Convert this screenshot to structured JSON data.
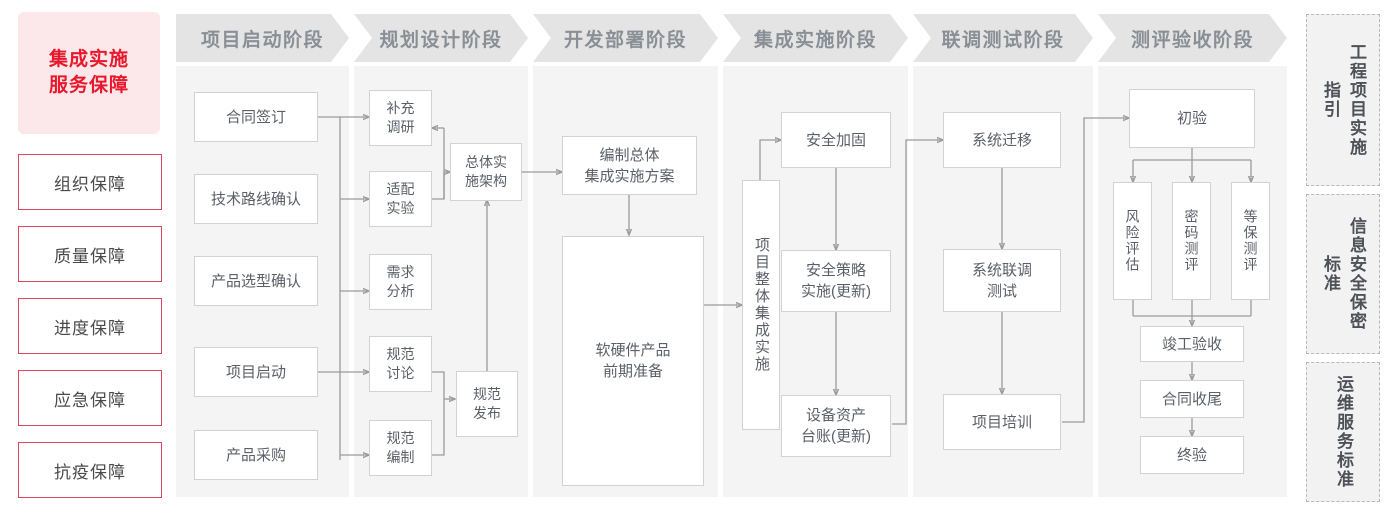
{
  "left_sidebar": {
    "title": "集成实施\n服务保障",
    "title_line1": "集成实施",
    "title_line2": "服务保障",
    "accent_color": "#e8192c",
    "items": [
      {
        "label": "组织保障"
      },
      {
        "label": "质量保障"
      },
      {
        "label": "进度保障"
      },
      {
        "label": "应急保障"
      },
      {
        "label": "抗疫保障"
      }
    ]
  },
  "phases": [
    {
      "label": "项目启动阶段"
    },
    {
      "label": "规划设计阶段"
    },
    {
      "label": "开发部署阶段"
    },
    {
      "label": "集成实施阶段"
    },
    {
      "label": "联调测试阶段"
    },
    {
      "label": "测评验收阶段"
    }
  ],
  "nodes": {
    "p1": [
      {
        "label": "合同签订"
      },
      {
        "label": "技术路线确认"
      },
      {
        "label": "产品选型确认"
      },
      {
        "label": "项目启动"
      },
      {
        "label": "产品采购"
      }
    ],
    "p2": [
      {
        "label": "补充\n调研",
        "l1": "补充",
        "l2": "调研"
      },
      {
        "label": "适配\n实验",
        "l1": "适配",
        "l2": "实验"
      },
      {
        "label": "需求\n分析",
        "l1": "需求",
        "l2": "分析"
      },
      {
        "label": "规范\n讨论",
        "l1": "规范",
        "l2": "讨论"
      },
      {
        "label": "规范\n编制",
        "l1": "规范",
        "l2": "编制"
      },
      {
        "label": "总体实\n施架构",
        "l1": "总体实",
        "l2": "施架构"
      },
      {
        "label": "规范\n发布",
        "l1": "规范",
        "l2": "发布"
      }
    ],
    "p3": [
      {
        "label": "编制总体\n集成实施方案",
        "l1": "编制总体",
        "l2": "集成实施方案"
      },
      {
        "label": "软硬件产品\n前期准备",
        "l1": "软硬件产品",
        "l2": "前期准备"
      }
    ],
    "p4": [
      {
        "label": "项目整体集成实施"
      },
      {
        "label": "安全加固"
      },
      {
        "label": "安全策略\n实施(更新)",
        "l1": "安全策略",
        "l2": "实施(更新)"
      },
      {
        "label": "设备资产\n台账(更新)",
        "l1": "设备资产",
        "l2": "台账(更新)"
      }
    ],
    "p5": [
      {
        "label": "系统迁移"
      },
      {
        "label": "系统联调\n测试",
        "l1": "系统联调",
        "l2": "测试"
      },
      {
        "label": "项目培训"
      }
    ],
    "p6": [
      {
        "label": "初验"
      },
      {
        "label": "风险评估"
      },
      {
        "label": "密码测评"
      },
      {
        "label": "等保测评"
      },
      {
        "label": "竣工验收"
      },
      {
        "label": "合同收尾"
      },
      {
        "label": "终验"
      }
    ]
  },
  "right_sidebar": {
    "items": [
      {
        "label": "工程项目实施指引"
      },
      {
        "label": "信息安全保密标准"
      },
      {
        "label": "运维服务标准"
      }
    ]
  }
}
